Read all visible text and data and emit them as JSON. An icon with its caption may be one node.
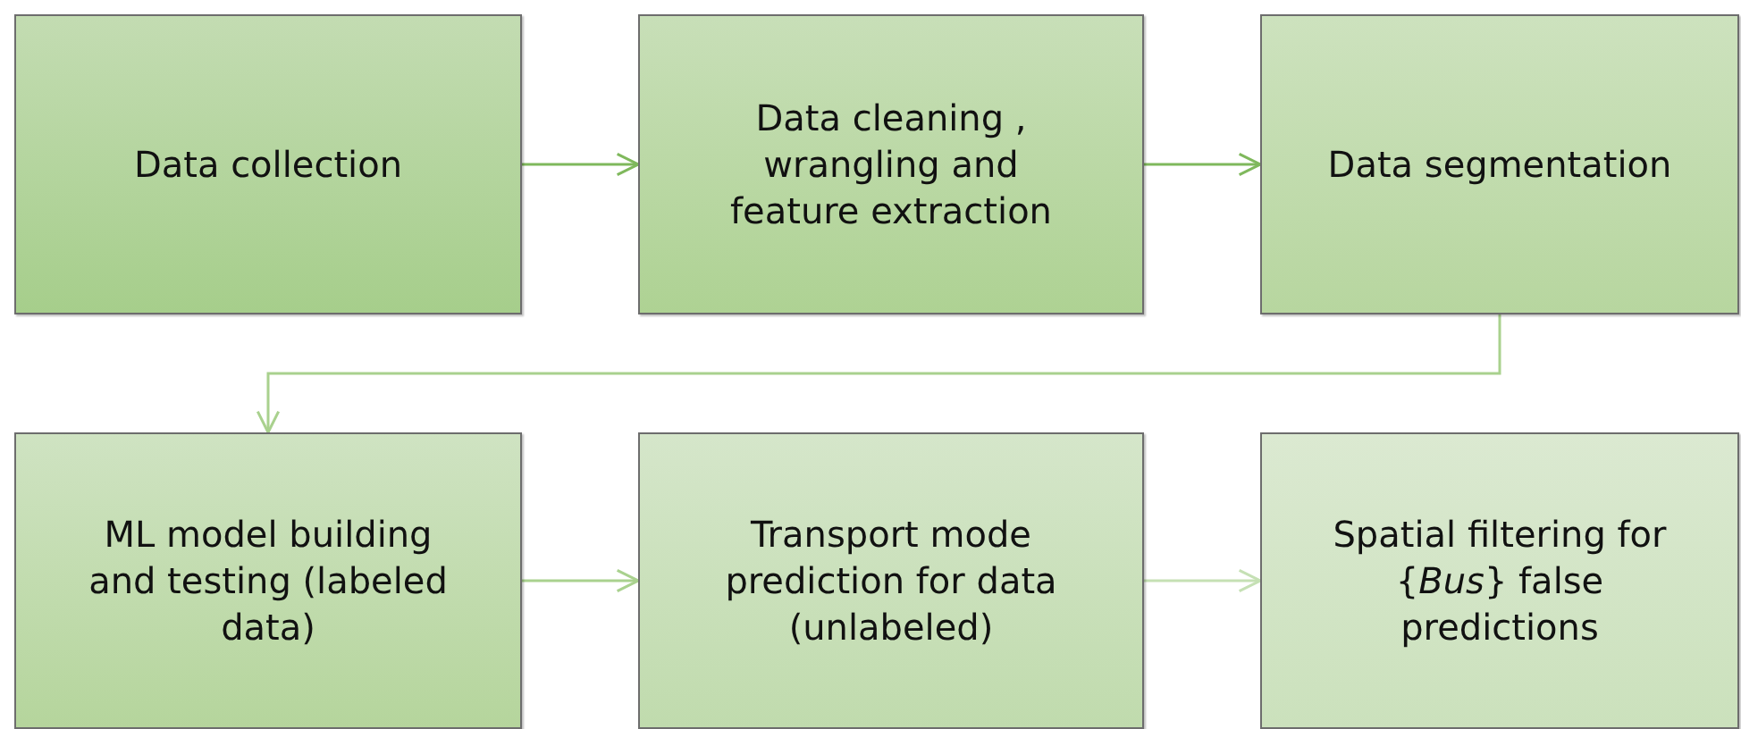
{
  "diagram": {
    "nodes": [
      {
        "text": [
          "Data collection"
        ]
      },
      {
        "text": [
          "Data cleaning , wrangling and feature extraction"
        ]
      },
      {
        "text": [
          "Data segmentation"
        ]
      },
      {
        "text": [
          "ML model building and testing (labeled data)"
        ]
      },
      {
        "text": [
          "Transport mode prediction for data (unlabeled)"
        ]
      },
      {
        "text": [
          "Spatial filtering for {*Bus*} false predictions"
        ]
      }
    ],
    "edges": [
      {
        "from": 0,
        "to": 1,
        "arrow": "to"
      },
      {
        "from": 1,
        "to": 2,
        "arrow": "to"
      },
      {
        "from": 2,
        "to": 3,
        "arrow": "to",
        "color": "#a9d18e"
      },
      {
        "from": 3,
        "to": 4,
        "arrow": "to",
        "color": "#a9d18e"
      },
      {
        "from": 4,
        "to": 5,
        "arrow": "to",
        "color": "#c5e0b4"
      }
    ]
  }
}
